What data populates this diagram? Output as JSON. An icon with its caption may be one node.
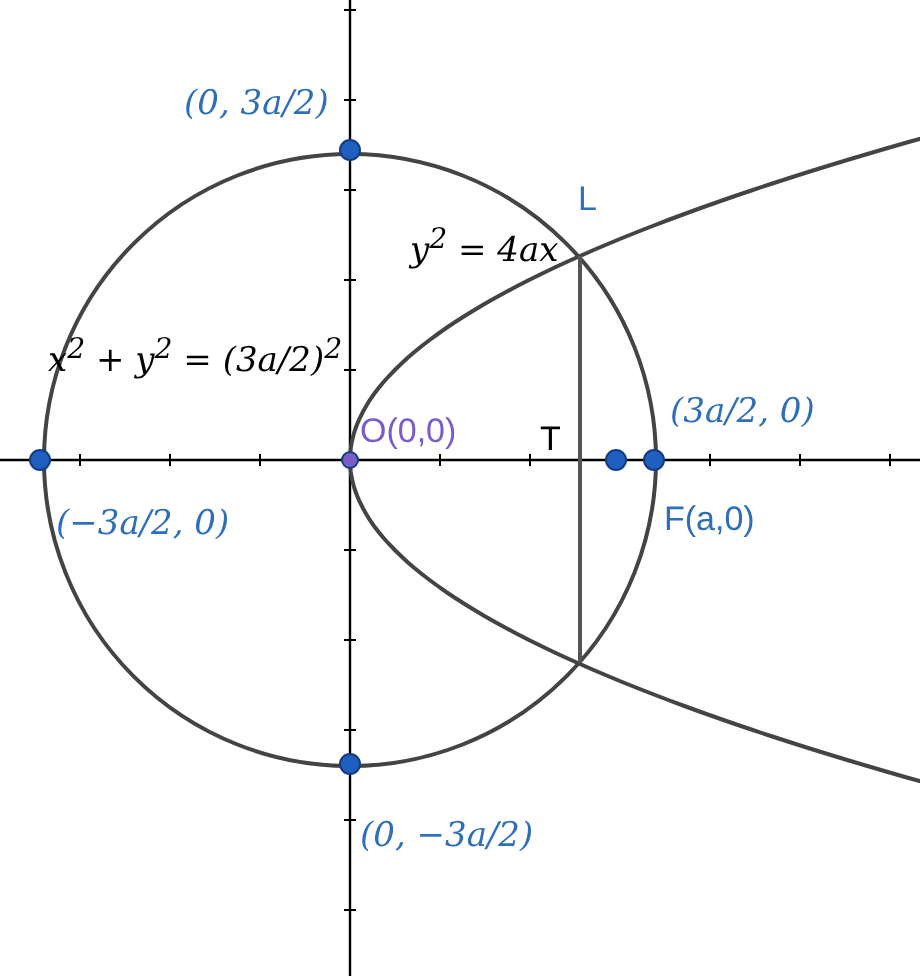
{
  "diagram": {
    "labels": [
      "(0, 3a/2)",
      "L",
      "y$^{2}$ = 4ax",
      "x$^{2}$ + y$^{2}$ = (3a/2)$^{2}$",
      "O(0,0)",
      "T",
      "(3a/2, 0)",
      "(−3a/2, 0)",
      "F(a,0)",
      "(0, −3a/2)"
    ]
  }
}
